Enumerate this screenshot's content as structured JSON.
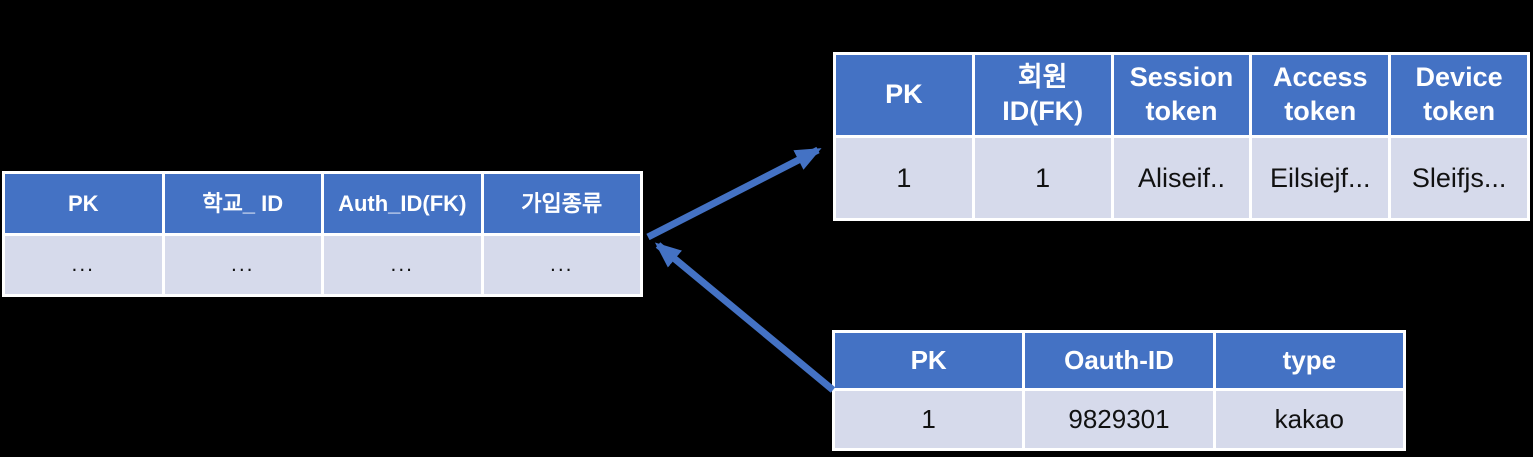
{
  "background": "#000000",
  "colors": {
    "table_header_bg": "#4472C4",
    "table_row_bg": "#D6DAEB",
    "table_header_text": "#FFFFFF",
    "table_row_text": "#111111",
    "grid_line": "#FFFFFF",
    "arrow": "#4472C4"
  },
  "tables": {
    "member": {
      "headers": [
        "PK",
        "학교_ ID",
        "Auth_ID(FK)",
        "가입종류"
      ],
      "rows": [
        [
          "...",
          "...",
          "...",
          "..."
        ]
      ]
    },
    "token": {
      "headers": [
        "PK",
        "회원 ID(FK)",
        "Session token",
        "Access token",
        "Device token"
      ],
      "rows": [
        [
          "1",
          "1",
          "Aliseif..",
          "Eilsiejf...",
          "Sleifjs..."
        ]
      ]
    },
    "oauth": {
      "headers": [
        "PK",
        "Oauth-ID",
        "type"
      ],
      "rows": [
        [
          "1",
          "9829301",
          "kakao"
        ]
      ]
    }
  },
  "connectors": [
    {
      "from": "member-table",
      "to": "token-table",
      "arrowhead_at": "token-table"
    },
    {
      "from": "oauth-table",
      "to": "member-table",
      "arrowhead_at": "member-table"
    }
  ]
}
